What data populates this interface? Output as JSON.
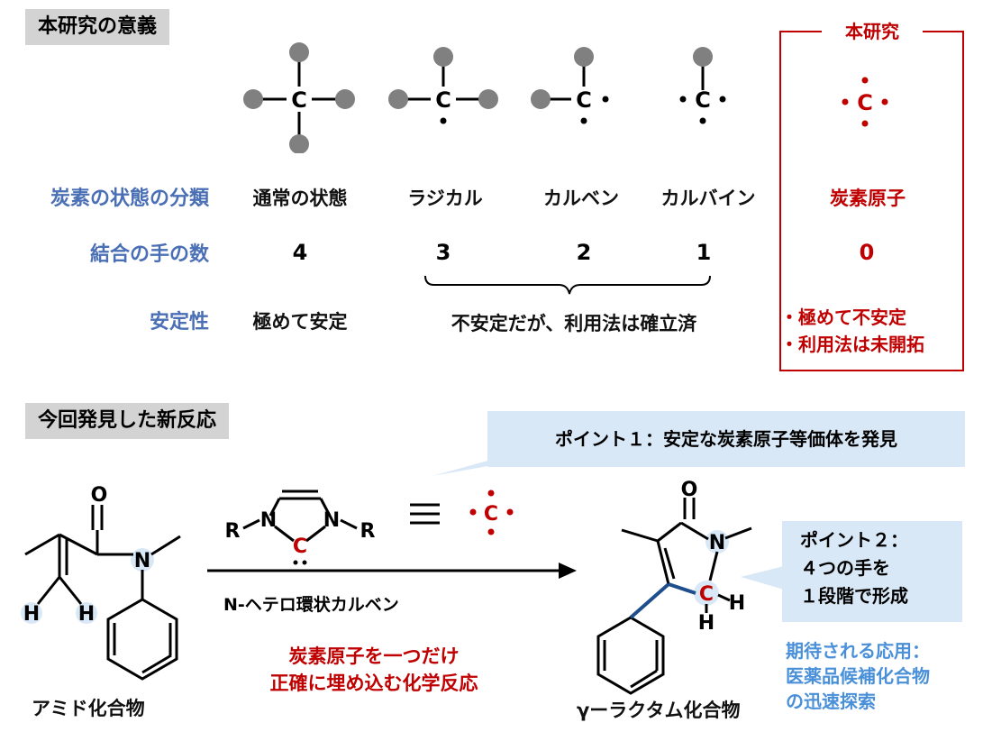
{
  "top_section": {
    "header": "本研究の意義",
    "row_labels": {
      "classification": "炭素の状態の分類",
      "bonds": "結合の手の数",
      "stability": "安定性"
    },
    "columns": [
      {
        "name": "通常の状態",
        "bonds": "4",
        "stability": "極めて安定"
      },
      {
        "name": "ラジカル",
        "bonds": "3"
      },
      {
        "name": "カルベン",
        "bonds": "2"
      },
      {
        "name": "カルバイン",
        "bonds": "1"
      }
    ],
    "shared_stability": "不安定だが、利用法は確立済",
    "this_study": {
      "title": "本研究",
      "name": "炭素原子",
      "bonds": "0",
      "notes": [
        "・極めて不安定",
        "・利用法は未開拓"
      ]
    },
    "carbon_symbol": "C"
  },
  "bottom_section": {
    "header": "今回発見した新反応",
    "point1": "ポイント１：安定な炭素原子等価体を発見",
    "point2_lines": [
      "ポイント２：",
      "４つの手を",
      "１段階で形成"
    ],
    "reagent_label": "N-ヘテロ環状カルベン",
    "reaction_desc": [
      "炭素原子を一つだけ",
      "正確に埋め込む化学反応"
    ],
    "expected_use": [
      "期待される応用：",
      "医薬品候補化合物",
      "の迅速探索"
    ],
    "reactant_name": "アミド化合物",
    "product_name": "γーラクタム化合物",
    "atoms": {
      "O": "O",
      "N": "N",
      "H": "H",
      "R": "R",
      "C": "C"
    }
  },
  "colors": {
    "accent_red": "#c00000",
    "label_blue": "#4a6fb5",
    "callout_bg": "#d9e8f6",
    "header_bg": "#d3d3d3",
    "bond_blue": "#1f4e8c"
  }
}
